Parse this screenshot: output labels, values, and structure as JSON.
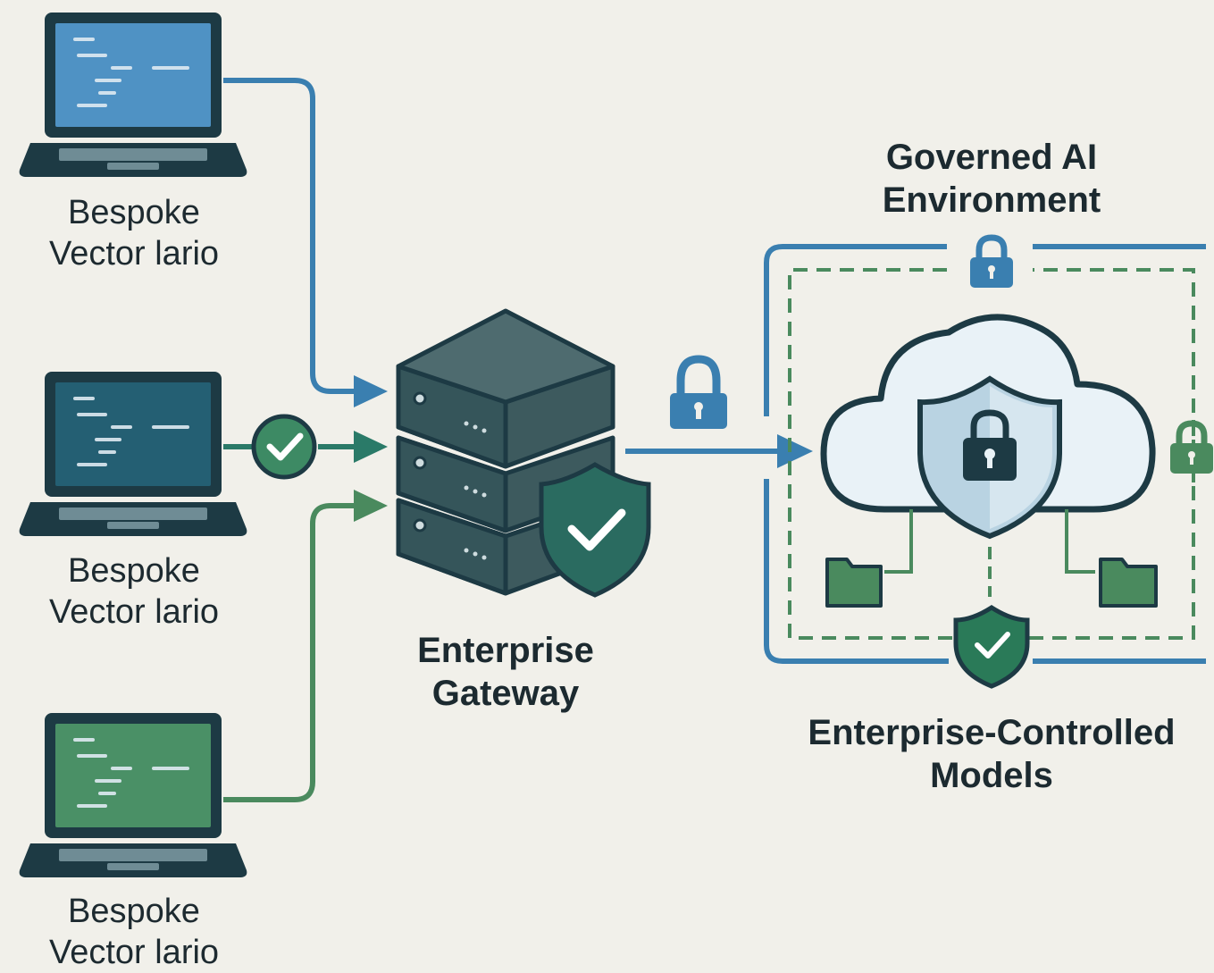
{
  "clients": [
    {
      "line1": "Bespoke",
      "line2": "Vector lario",
      "screen_color": "#4f92c4"
    },
    {
      "line1": "Bespoke",
      "line2": "Vector lario",
      "screen_color": "#245f73"
    },
    {
      "line1": "Bespoke",
      "line2": "Vector lario",
      "screen_color": "#4a9066"
    }
  ],
  "gateway": {
    "line1": "Enterprise",
    "line2": "Gateway"
  },
  "environment": {
    "line1": "Governed AI",
    "line2": "Environment"
  },
  "models": {
    "line1": "Enterprise-Controlled",
    "line2": "Models"
  },
  "colors": {
    "background": "#f1f0ea",
    "blue": "#3a7fb0",
    "teal": "#2a7a68",
    "green": "#4a8a5e",
    "dark": "#1d3a44",
    "server": "#3d5a5e",
    "cloud_fill": "#e9f2f7"
  },
  "icons": [
    "laptop-icon",
    "check-circle-icon",
    "server-stack-icon",
    "shield-check-icon",
    "padlock-icon",
    "cloud-icon",
    "folder-icon"
  ]
}
